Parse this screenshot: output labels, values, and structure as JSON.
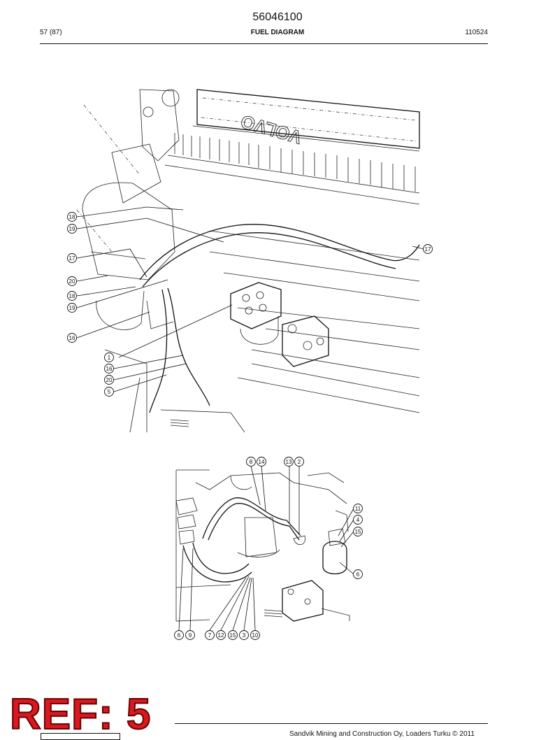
{
  "header": {
    "doc_number": "56046100",
    "page_count": "57 (87)",
    "title": "FUEL DIAGRAM",
    "date": "110524"
  },
  "diagram_top": {
    "engine_brand": "VOLVO",
    "callouts": [
      "18",
      "19",
      "17",
      "20",
      "18",
      "19",
      "16",
      "1",
      "16",
      "20",
      "5",
      "17"
    ]
  },
  "diagram_bottom": {
    "callouts_top": [
      "8",
      "14",
      "13",
      "2"
    ],
    "callouts_right": [
      "11",
      "4",
      "15",
      "6"
    ],
    "callouts_bottom": [
      "6",
      "9",
      "7",
      "12",
      "15",
      "3",
      "10"
    ]
  },
  "footer": {
    "ref_mark": "REF: 5",
    "copyright": "Sandvik Mining and Construction Oy, Loaders Turku © 2011"
  }
}
